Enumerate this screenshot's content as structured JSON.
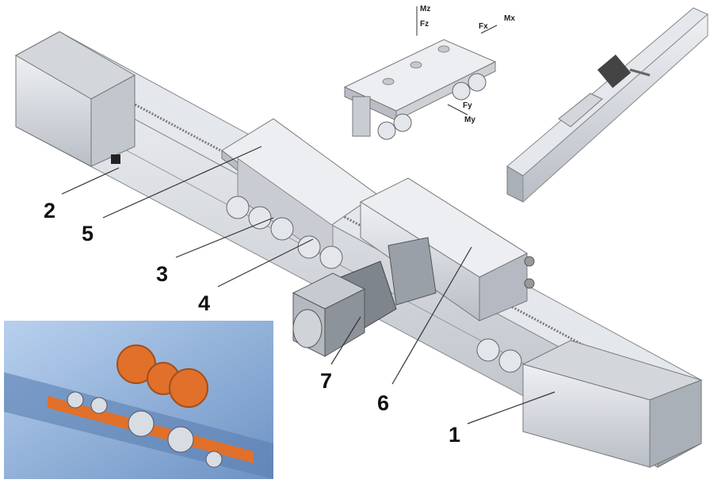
{
  "callouts": [
    {
      "id": "1",
      "label": "1"
    },
    {
      "id": "2",
      "label": "2"
    },
    {
      "id": "3",
      "label": "3"
    },
    {
      "id": "4",
      "label": "4"
    },
    {
      "id": "5",
      "label": "5"
    },
    {
      "id": "6",
      "label": "6"
    },
    {
      "id": "7",
      "label": "7"
    }
  ],
  "load_diagram": {
    "labels": {
      "mz": "Mz",
      "fz": "Fz",
      "fx": "Fx",
      "mx": "Mx",
      "fy": "Fy",
      "my": "My"
    }
  },
  "colors": {
    "aluminum": "#d9dde2",
    "aluminum_dark": "#a9afb7",
    "inset_blue": "#8fb3dc",
    "gear_orange": "#e0702a"
  }
}
